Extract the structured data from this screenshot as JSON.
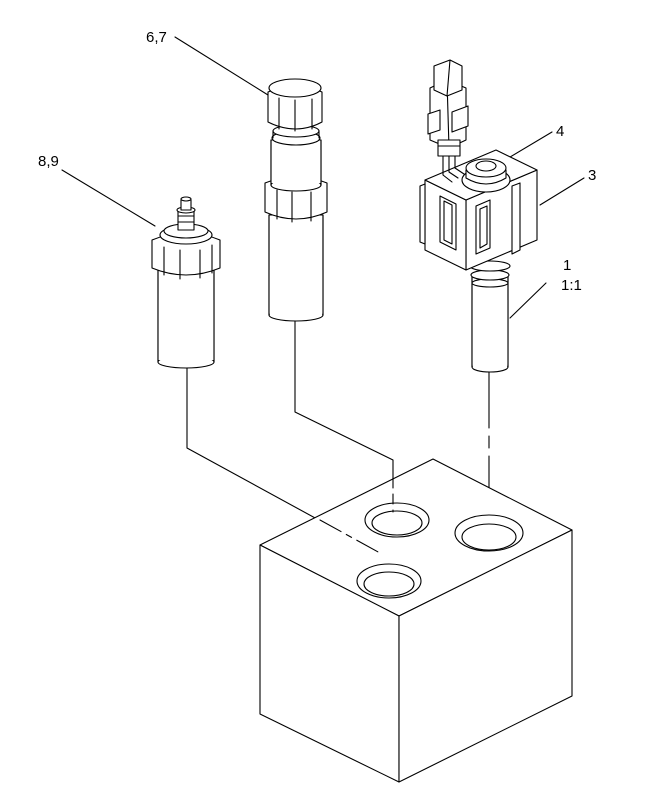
{
  "callouts": {
    "c1": "6,7",
    "c2": "8,9",
    "c3": "4",
    "c4": "3",
    "c5": "1",
    "c6": "1:1"
  }
}
